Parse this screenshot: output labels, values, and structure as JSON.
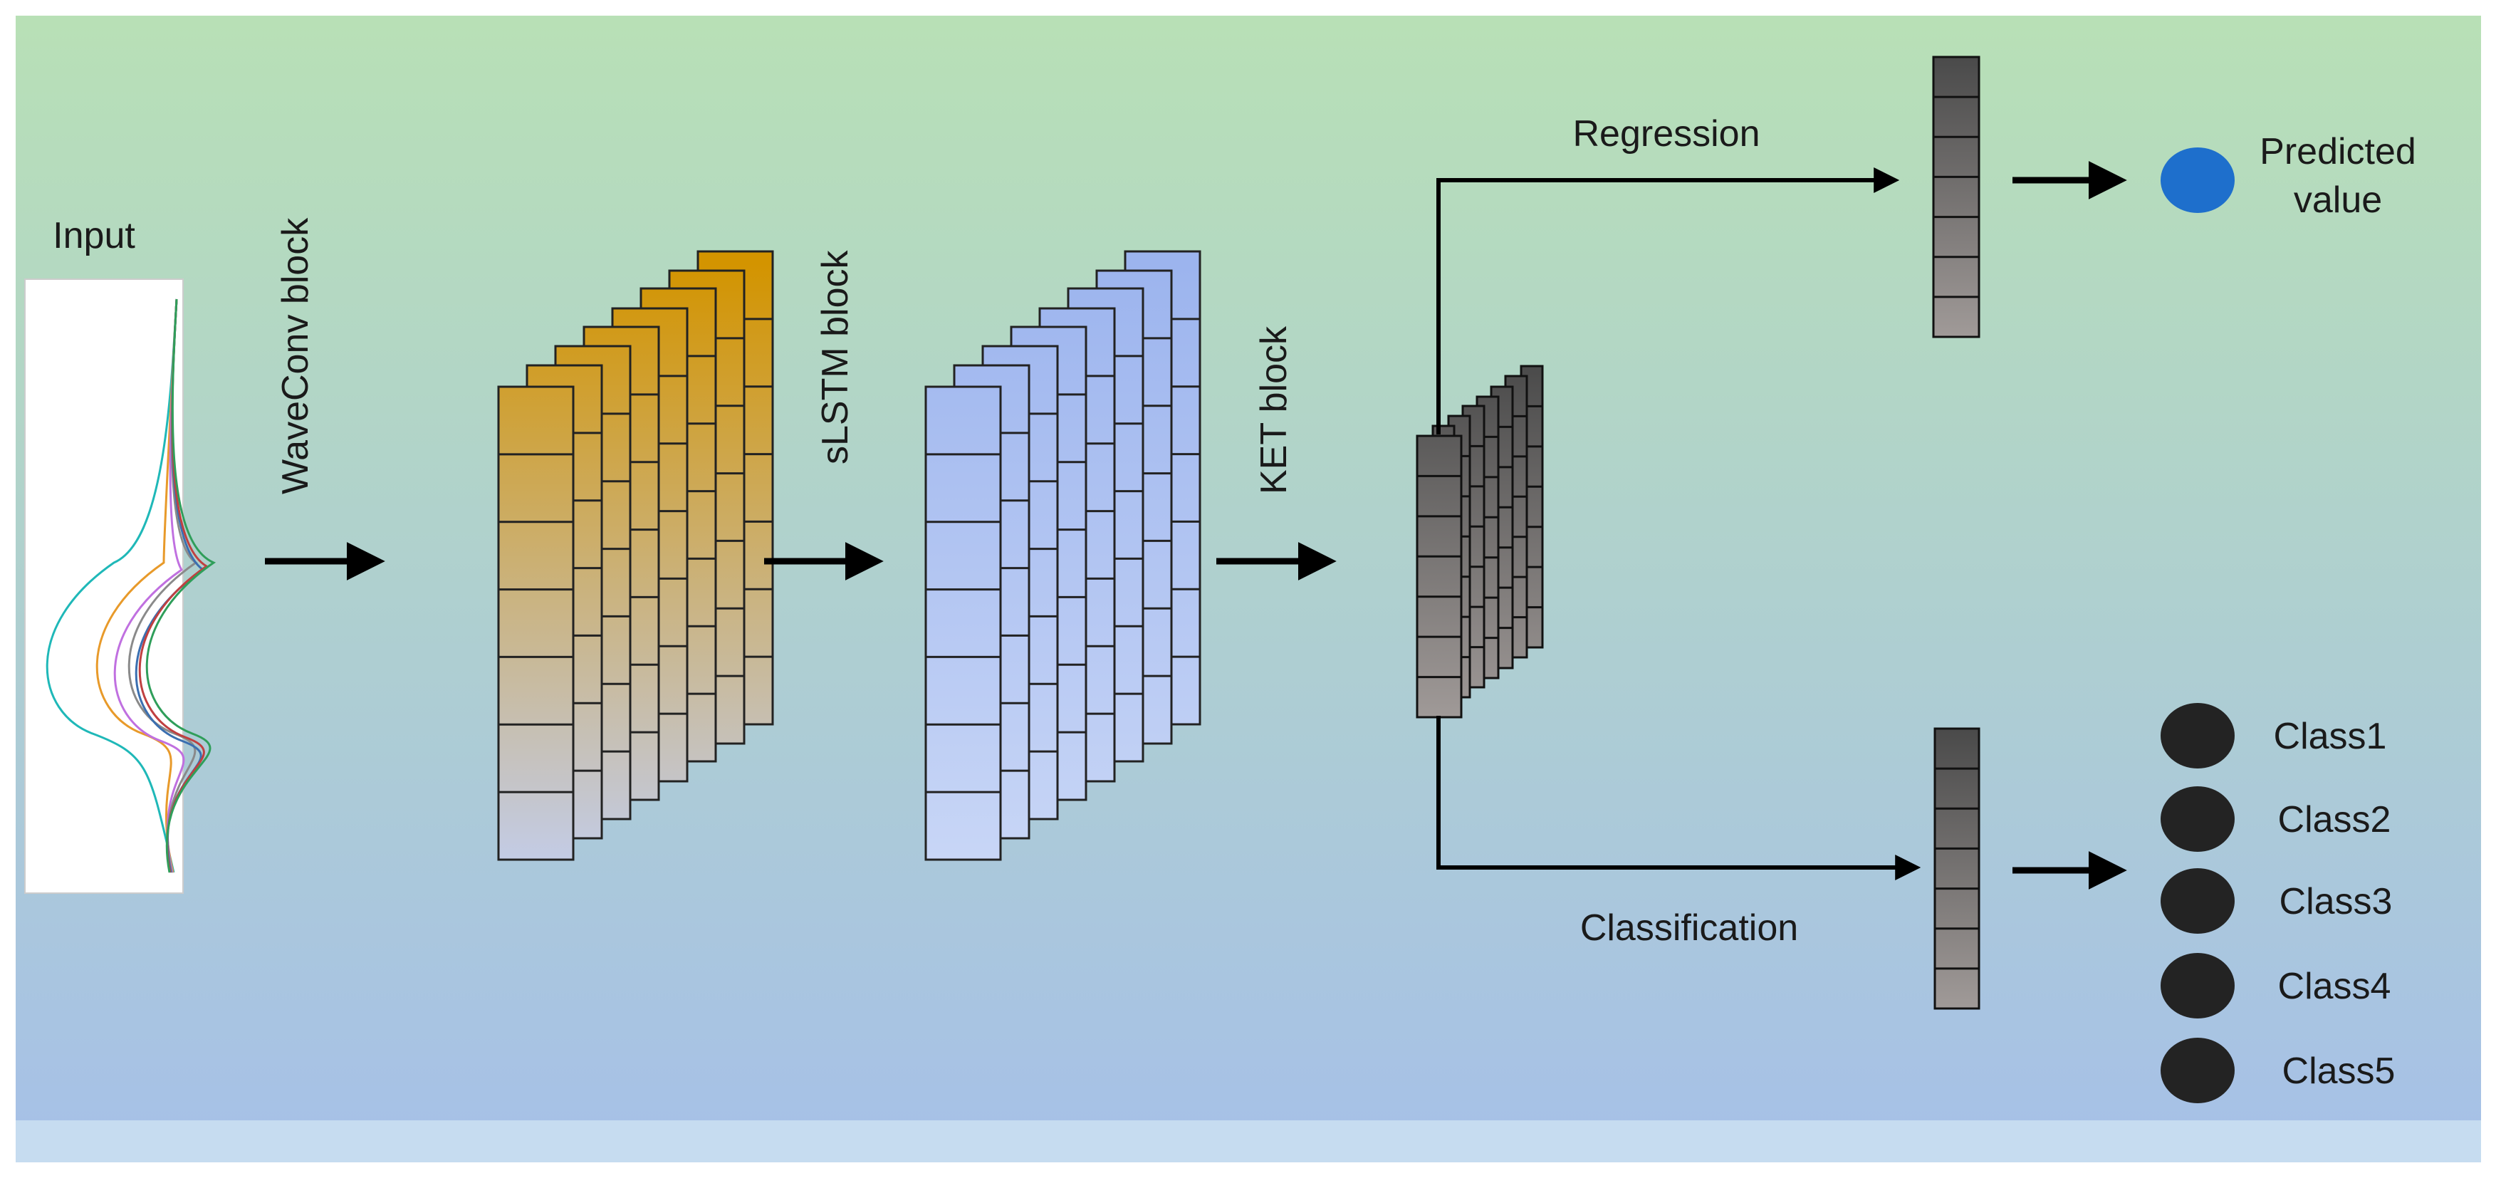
{
  "labels": {
    "input": "Input",
    "waveconv": "WaveConv block",
    "slstm": "sLSTM block",
    "ket": "KET block",
    "regression": "Regression",
    "classification": "Classification",
    "predicted_line1": "Predicted",
    "predicted_line2": "value"
  },
  "classes": [
    "Class1",
    "Class2",
    "Class3",
    "Class4",
    "Class5"
  ],
  "colors": {
    "bg_top": "#b8e0b6",
    "bg_bottom": "#a6c0e8",
    "bottom_band": "#c6dcf0",
    "wave_top": "#d39400",
    "wave_bottom": "#c3cce6",
    "lstm_top": "#9cb4ee",
    "lstm_bottom": "#c8d6f6",
    "ket_top": "#4a4a4a",
    "ket_bottom": "#a09a98",
    "predicted_dot": "#1e6fcc",
    "class_dot": "#232323",
    "arrow": "#000000"
  },
  "input_curve_colors": [
    "#1fb8b8",
    "#e89a2a",
    "#c070e0",
    "#8a8a8a",
    "#3b6fb0",
    "#c04040",
    "#2f9e5a"
  ]
}
